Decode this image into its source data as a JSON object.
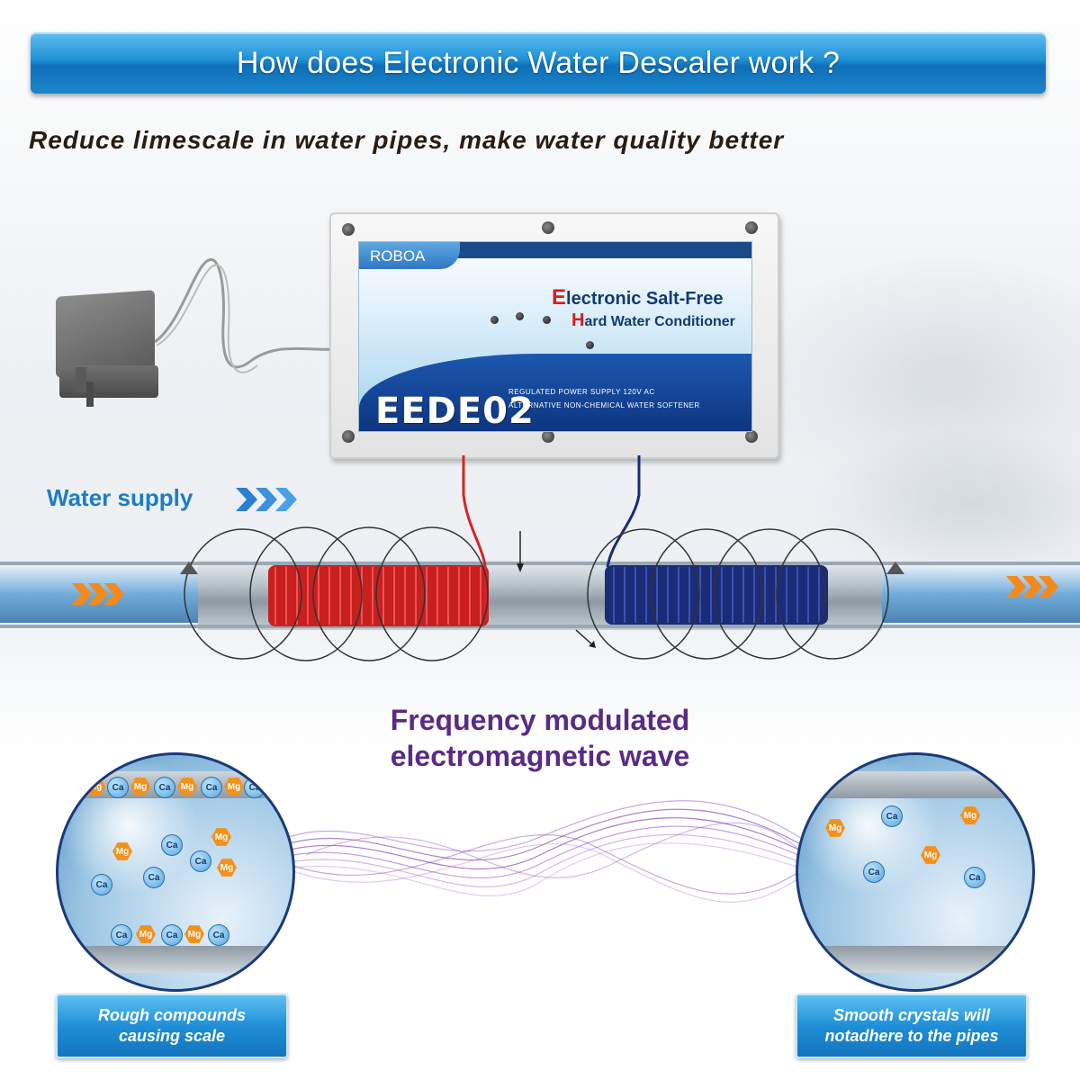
{
  "header": {
    "title": "How does Electronic Water Descaler work ?",
    "subtitle": "Reduce limescale in water pipes, make water quality better"
  },
  "device": {
    "brand": "ROBOA",
    "title_line1_cap": "E",
    "title_line1_rest": "lectronic Salt-Free",
    "title_line2_cap": "H",
    "title_line2_rest": "ard Water Conditioner",
    "model": "EEDE02",
    "spec_line1": "REGULATED POWER SUPPLY 120V AC",
    "spec_line2": "ALTERNATIVE NON-CHEMICAL WATER SOFTENER"
  },
  "water_supply": {
    "label": "Water supply"
  },
  "wave": {
    "line1": "Frequency modulated",
    "line2": "electromagnetic wave"
  },
  "left_panel": {
    "caption_line1": "Rough compounds",
    "caption_line2": "causing scale",
    "ions": [
      "Mg",
      "Ca",
      "Mg",
      "Ca",
      "Mg",
      "Ca",
      "Mg",
      "Ca",
      "Mg",
      "Ca",
      "Mg",
      "Ca",
      "Ca",
      "Ca",
      "Mg",
      "Ca",
      "Mg",
      "Ca",
      "Mg",
      "Ca"
    ]
  },
  "right_panel": {
    "caption_line1": "Smooth crystals will",
    "caption_line2": "notadhere to the pipes",
    "ions": [
      "Mg",
      "Ca",
      "Mg",
      "Mg",
      "Ca",
      "Ca"
    ]
  },
  "colors": {
    "banner": "#1e90d6",
    "accent_purple": "#5a2b86",
    "water_blue": "#1b7cc8",
    "coil_red": "#d42525",
    "coil_blue": "#1a2b78",
    "mg_orange": "#f3911c"
  }
}
